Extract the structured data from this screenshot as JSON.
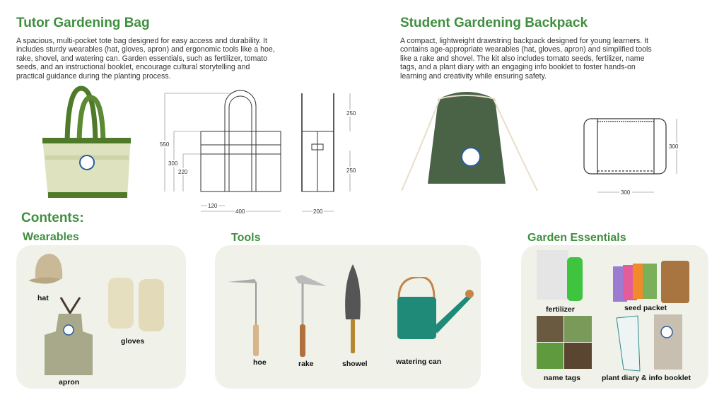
{
  "tutor": {
    "title": "Tutor Gardening Bag",
    "description": "A spacious, multi-pocket tote bag designed for easy access and durability. It includes sturdy wearables (hat, gloves, apron) and ergonomic tools like a hoe, rake, shovel, and watering can. Garden essentials, such as fertilizer, tomato seeds, and an instructional booklet, encourage cultural storytelling and practical guidance during the planting process.",
    "dimensions": {
      "height_total": "550",
      "height_body": "300",
      "height_pocket": "220",
      "pocket_width": "120",
      "width": "400",
      "handle_height": "250",
      "side_height": "250",
      "depth": "200"
    }
  },
  "student": {
    "title": "Student Gardening Backpack",
    "description": "A compact, lightweight drawstring backpack designed for young learners. It contains age-appropriate wearables (hat, gloves, apron) and simplified tools like a rake and shovel. The kit also includes tomato seeds, fertilizer, name tags, and a plant diary with an engaging info booklet to foster hands-on learning and creativity while ensuring safety.",
    "dimensions": {
      "height": "300",
      "width": "300"
    }
  },
  "contents": {
    "title": "Contents:",
    "wearables": {
      "title": "Wearables",
      "items": [
        "hat",
        "gloves",
        "apron"
      ]
    },
    "tools": {
      "title": "Tools",
      "items": [
        "hoe",
        "rake",
        "showel",
        "watering can"
      ]
    },
    "essentials": {
      "title": "Garden Essentials",
      "items": [
        "fertilizer",
        "seed packet",
        "name tags",
        "plant diary & info booklet"
      ]
    }
  },
  "colors": {
    "accent": "#3f8f3f",
    "panel": "#f0f2ea",
    "bag_green": "#4e6b2e",
    "backpack_green": "#4a6347"
  }
}
